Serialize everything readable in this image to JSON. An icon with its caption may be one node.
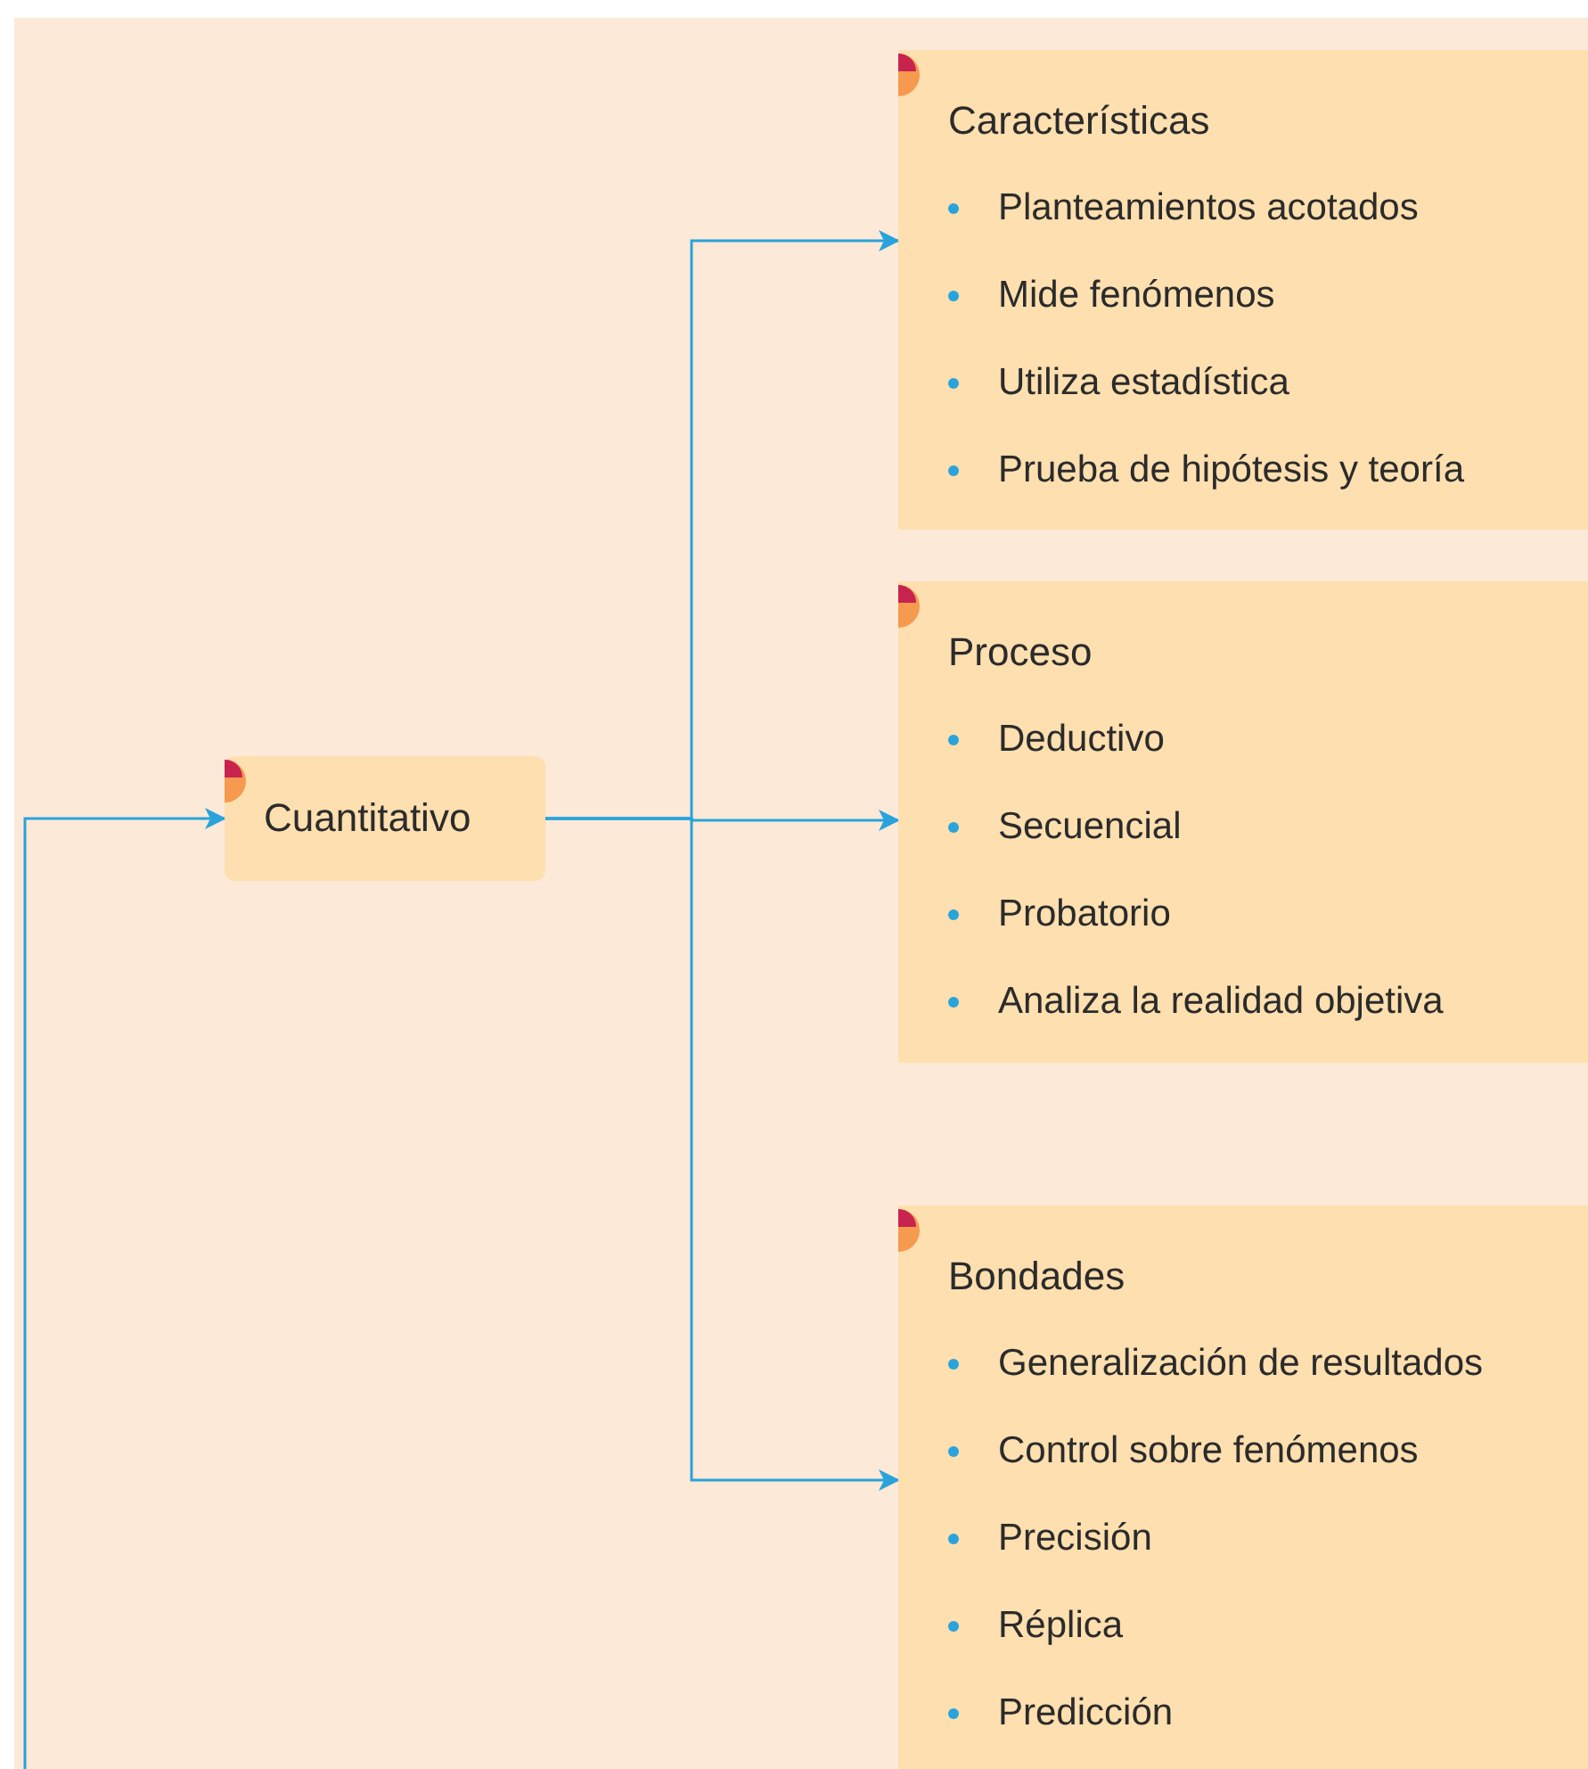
{
  "diagram": {
    "nodes": [
      {
        "text": [
          "Cuantitativo"
        ]
      },
      {
        "text": [
          "Características",
          "Planteamientos acotados",
          "Mide fenómenos",
          "Utiliza estadística",
          "Prueba de hipótesis y teoría"
        ]
      },
      {
        "text": [
          "Proceso",
          "Deductivo",
          "Secuencial",
          "Probatorio",
          "Analiza la realidad objetiva"
        ]
      },
      {
        "text": [
          "Bondades",
          "Generalización de resultados",
          "Control sobre fenómenos",
          "Precisión",
          "Réplica",
          "Predicción"
        ]
      }
    ],
    "edges": [
      {
        "from": null,
        "to": 0,
        "arrow": "to"
      },
      {
        "from": 0,
        "to": 1,
        "arrow": "to"
      },
      {
        "from": 0,
        "to": 2,
        "arrow": "to"
      },
      {
        "from": 0,
        "to": 3,
        "arrow": "to"
      }
    ]
  }
}
